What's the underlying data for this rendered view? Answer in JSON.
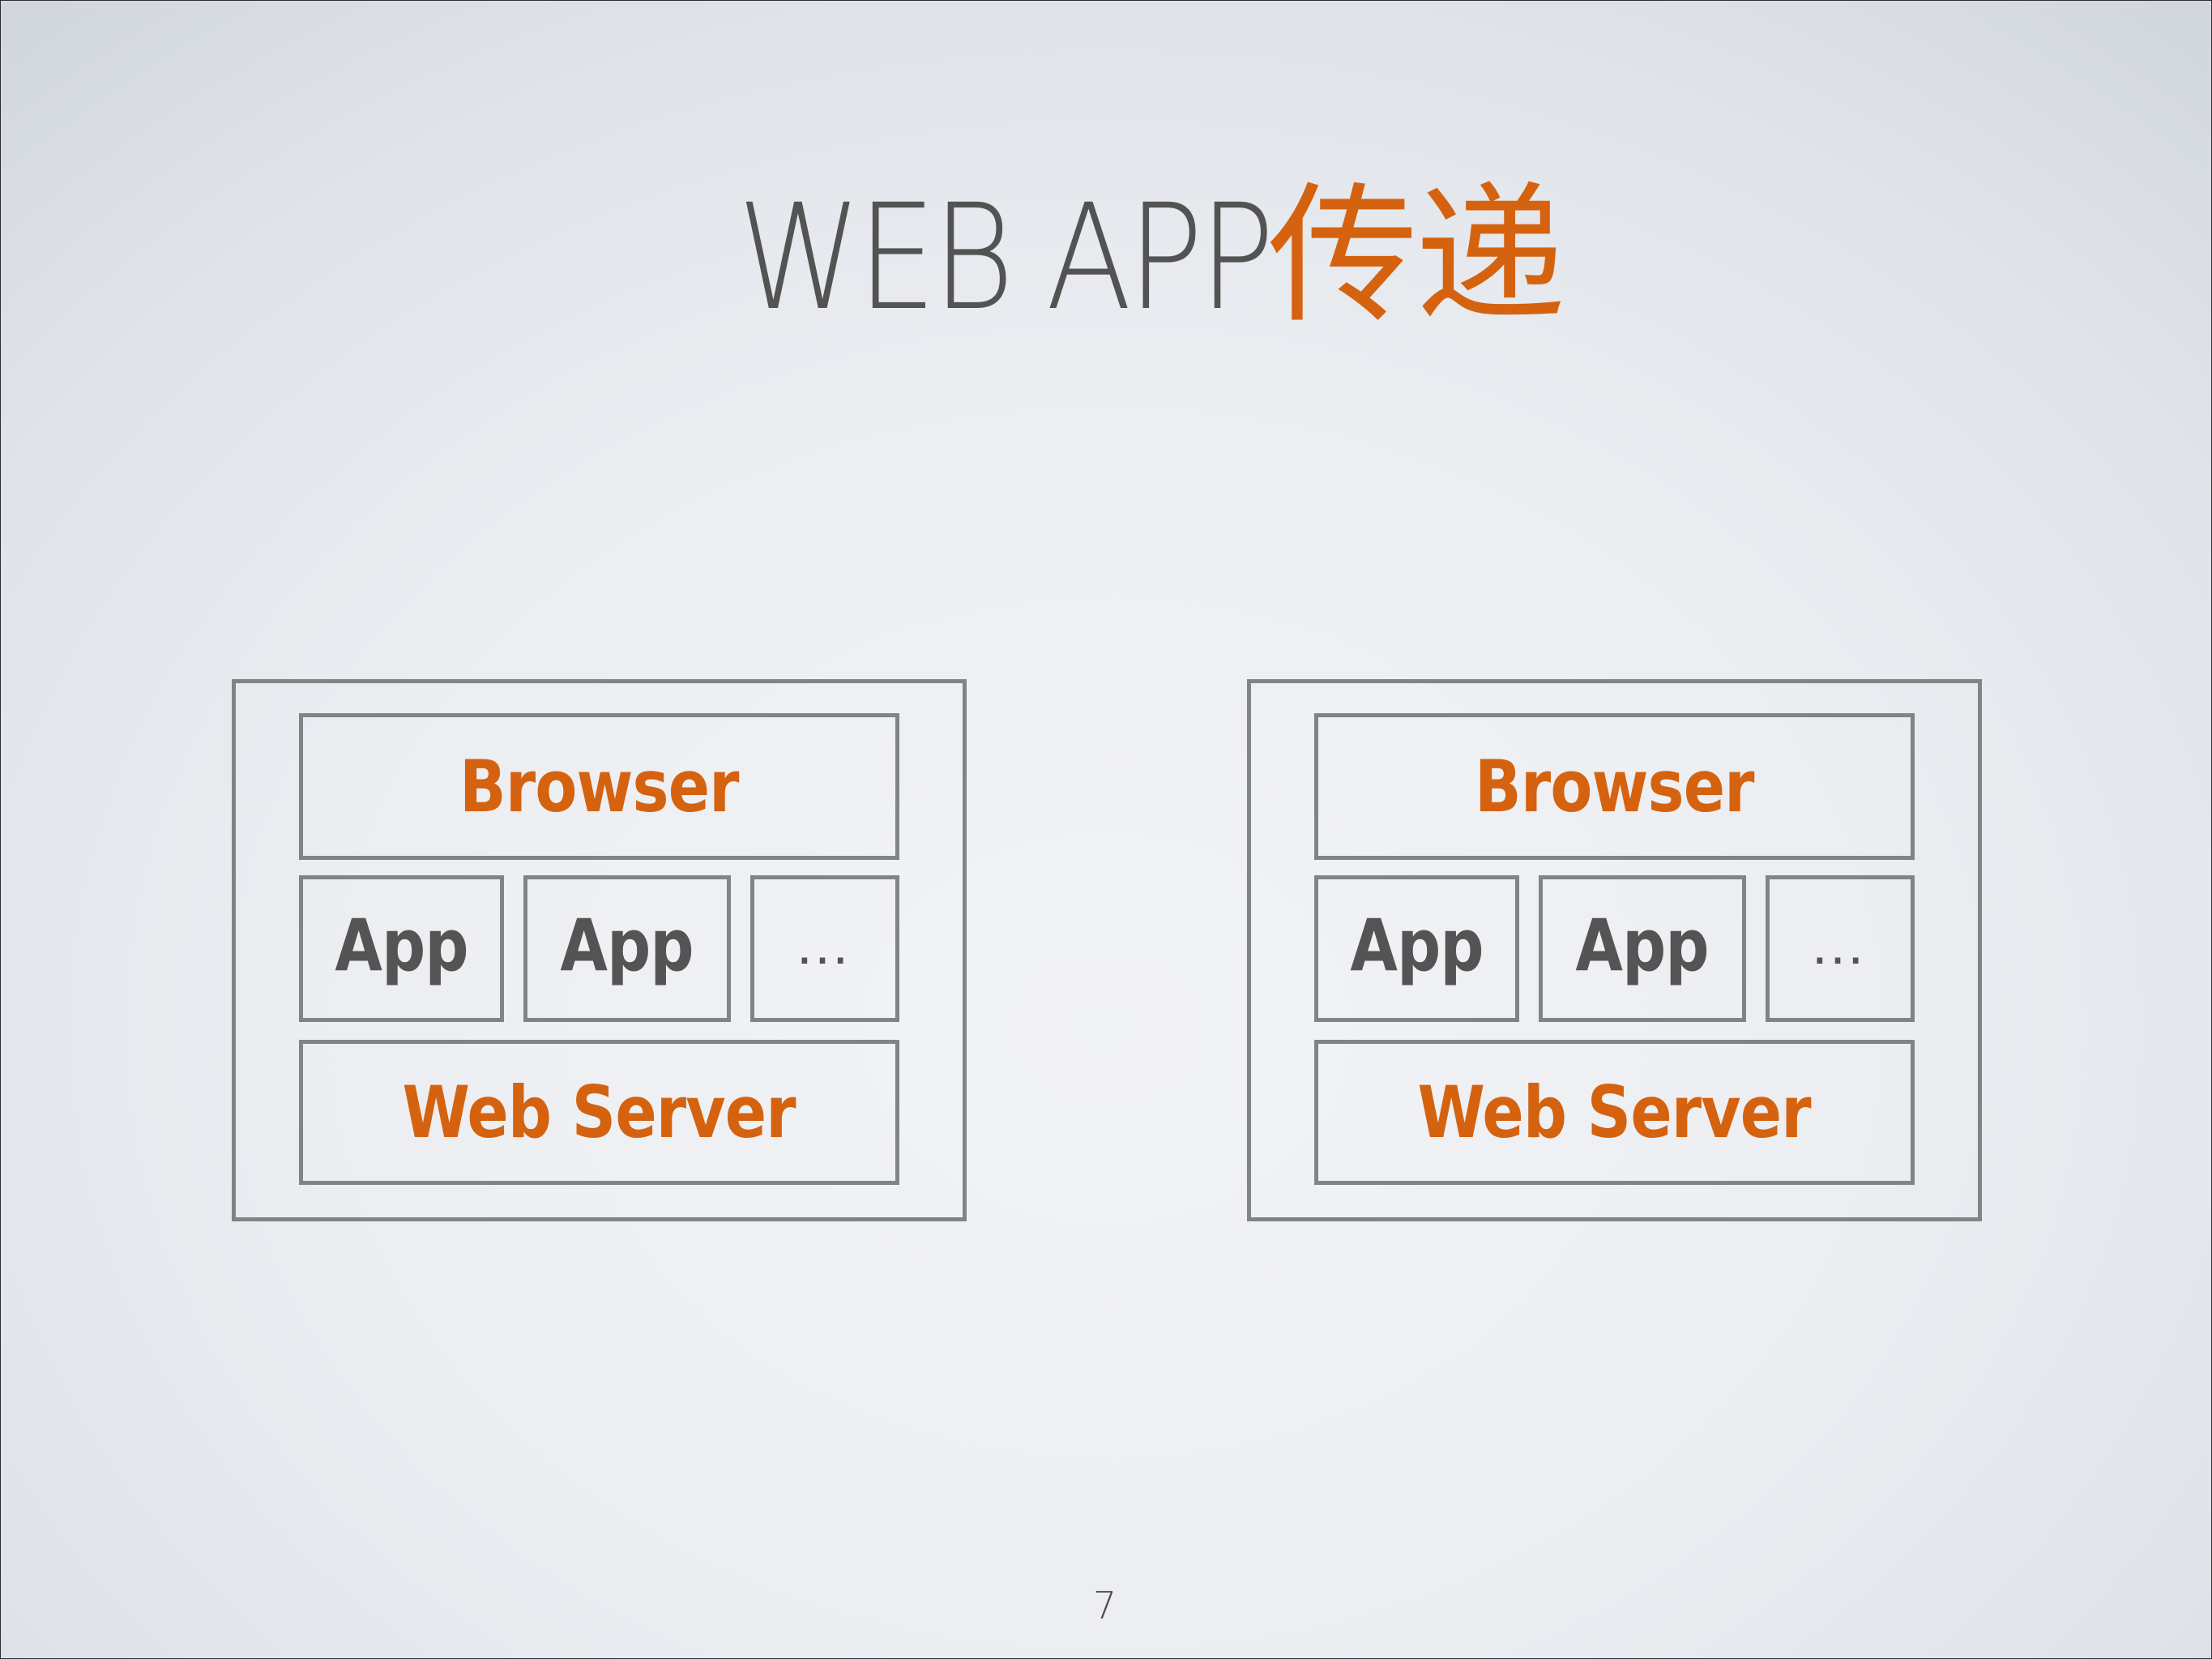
{
  "slide": {
    "title": {
      "latin": "WEB APP",
      "cjk": "传递"
    },
    "page_number": "7",
    "colors": {
      "title_text": "#535353",
      "accent_orange": "#d5620f",
      "box_border": "#7e8683",
      "app_text": "#545454"
    }
  },
  "diagrams": [
    {
      "browser": "Browser",
      "apps": [
        "App",
        "App",
        "…"
      ],
      "server": "Web Server"
    },
    {
      "browser": "Browser",
      "apps": [
        "App",
        "App",
        "…"
      ],
      "server": "Web Server"
    }
  ]
}
